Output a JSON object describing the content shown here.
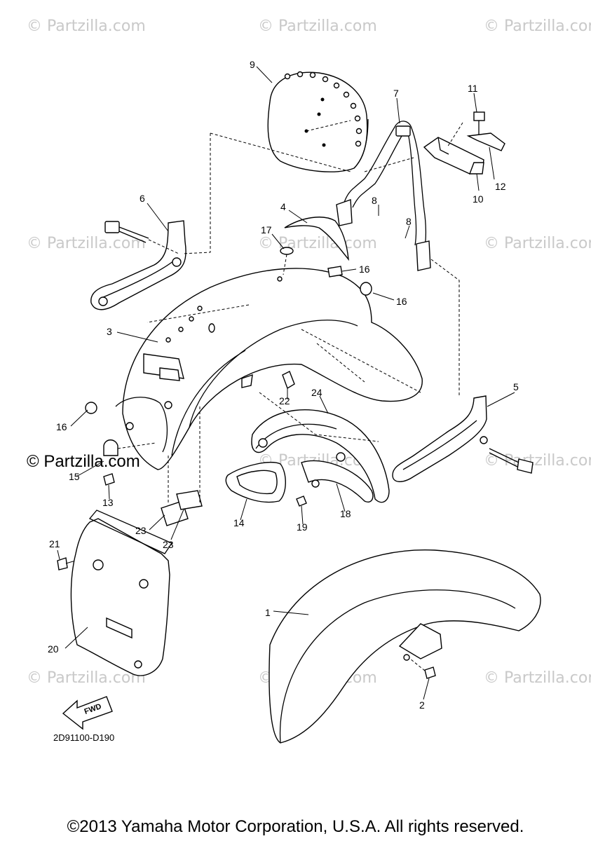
{
  "watermarks": {
    "small": "© Partzilla.com",
    "large": "© Partzilla.com"
  },
  "parts": {
    "p1": "1",
    "p2": "2",
    "p3": "3",
    "p4": "4",
    "p5": "5",
    "p6": "6",
    "p7": "7",
    "p8a": "8",
    "p8b": "8",
    "p9": "9",
    "p10": "10",
    "p11": "11",
    "p12": "12",
    "p13": "13",
    "p14": "14",
    "p15": "15",
    "p16a": "16",
    "p16b": "16",
    "p16c": "16",
    "p17": "17",
    "p18": "18",
    "p19": "19",
    "p20": "20",
    "p21": "21",
    "p22": "22",
    "p23a": "23",
    "p23b": "23",
    "p24": "24"
  },
  "fwd_label": "FWD",
  "diagram_code": "2D91100-D190",
  "copyright": "©2013 Yamaha Motor Corporation, U.S.A. All rights reserved."
}
